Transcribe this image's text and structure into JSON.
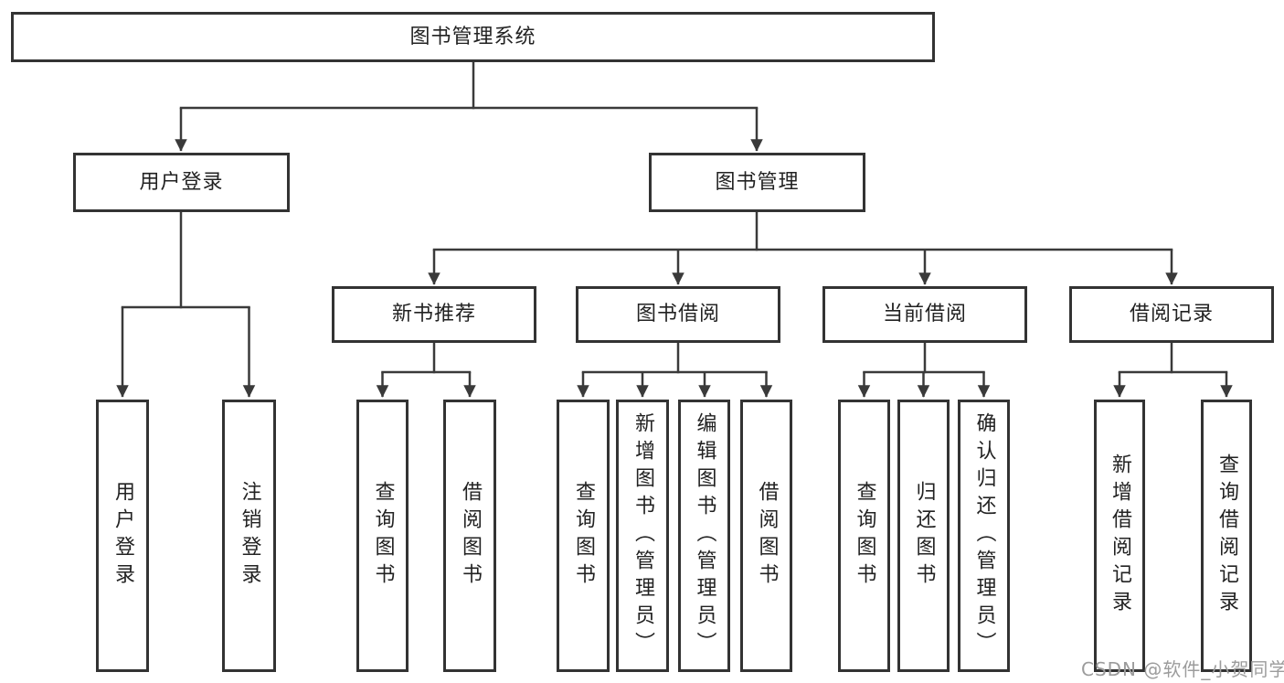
{
  "colors": {
    "line": "#3a3a3a",
    "box_border": "#333333",
    "text": "#222222",
    "watermark": "#9c9c9c"
  },
  "tree": {
    "root": {
      "label": "图书管理系统"
    },
    "branches": [
      {
        "label": "用户登录",
        "children": [
          {
            "label": "用户登录"
          },
          {
            "label": "注销登录"
          }
        ]
      },
      {
        "label": "图书管理",
        "children": [
          {
            "label": "新书推荐",
            "children": [
              {
                "label": "查询图书"
              },
              {
                "label": "借阅图书"
              }
            ]
          },
          {
            "label": "图书借阅",
            "children": [
              {
                "label": "查询图书"
              },
              {
                "label": "新增图书（管理员）"
              },
              {
                "label": "编辑图书（管理员）"
              },
              {
                "label": "借阅图书"
              }
            ]
          },
          {
            "label": "当前借阅",
            "children": [
              {
                "label": "查询图书"
              },
              {
                "label": "归还图书"
              },
              {
                "label": "确认归还（管理员）"
              }
            ]
          },
          {
            "label": "借阅记录",
            "children": [
              {
                "label": "新增借阅记录"
              },
              {
                "label": "查询借阅记录"
              }
            ]
          }
        ]
      }
    ]
  },
  "watermark": {
    "text": "CSDN @软件_小贺同学"
  }
}
